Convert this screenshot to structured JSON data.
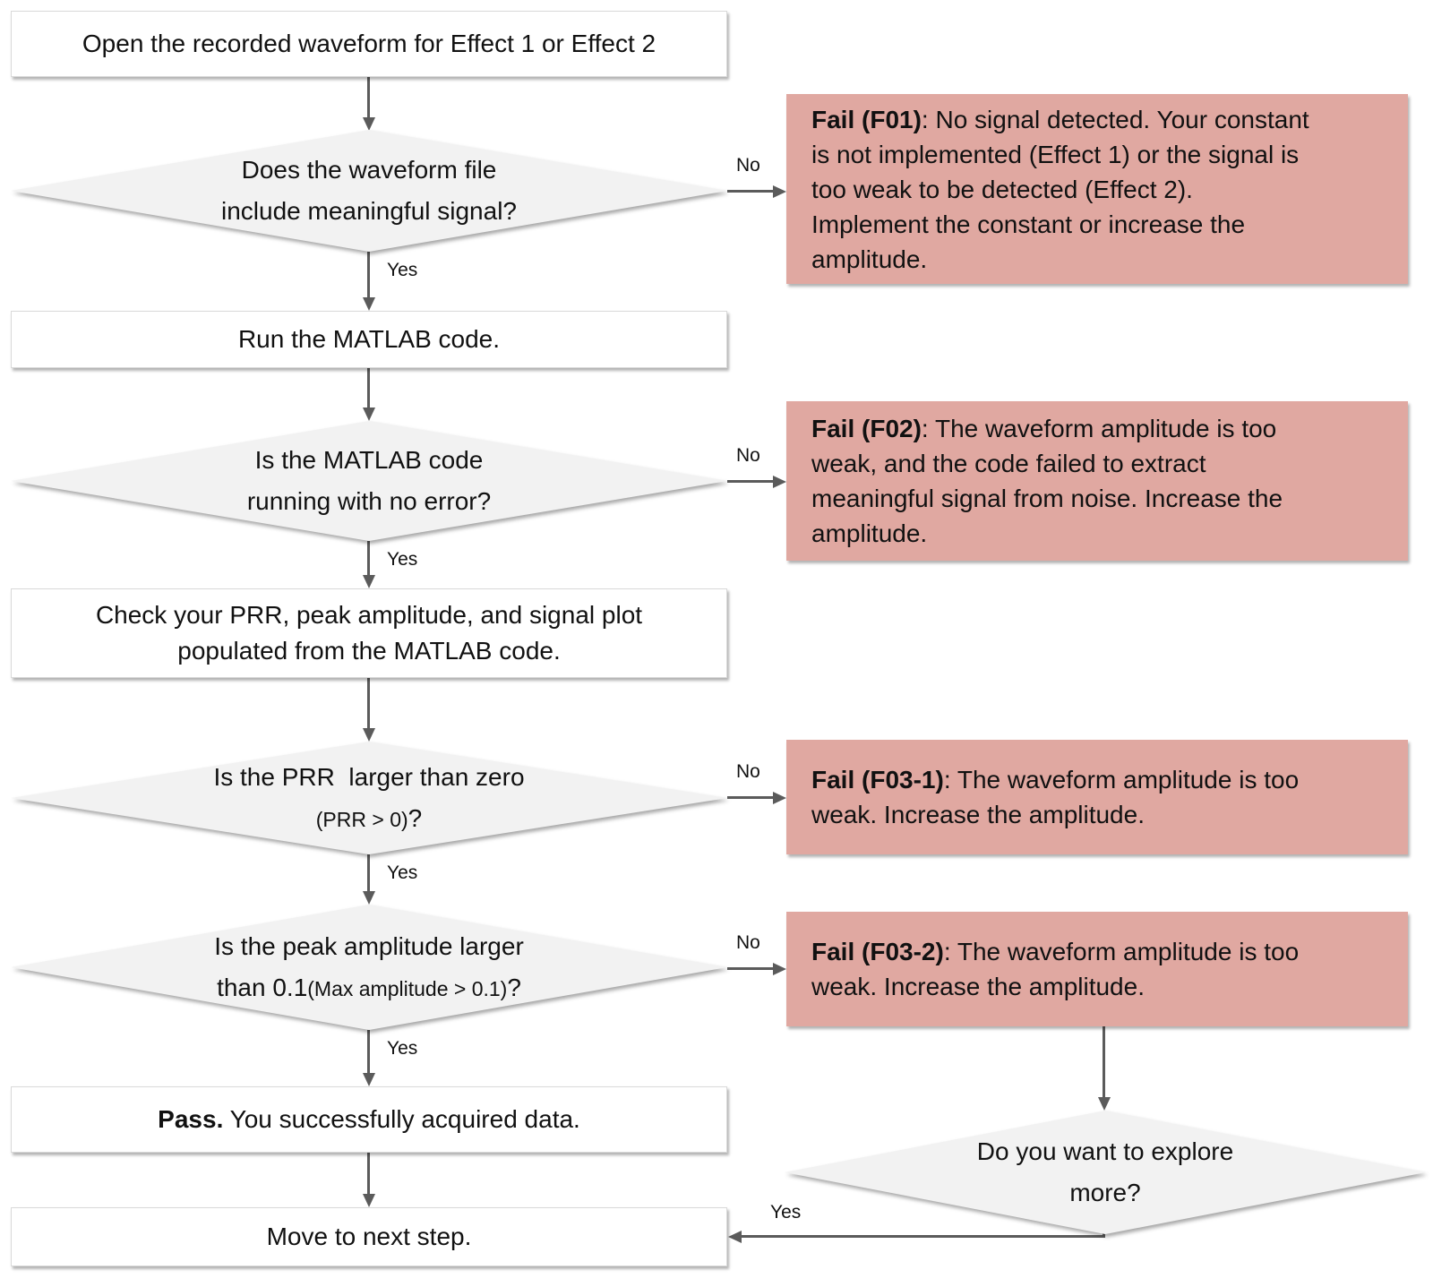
{
  "colors": {
    "fail_bg": "#E0A8A1",
    "diamond_bg": "#F2F2F2",
    "line": "#5B5B5B",
    "text": "#111111",
    "box_border": "#D9D9D9"
  },
  "nodes": {
    "open": {
      "text": "Open the recorded waveform for Effect 1 or Effect 2"
    },
    "d1": {
      "line1": "Does the waveform file",
      "line2": "include meaningful signal?"
    },
    "f01": {
      "bold": "Fail (F01)",
      "line1_rest": ": No signal detected. Your constant",
      "lines": [
        "is not implemented (Effect 1) or the signal is",
        "too weak to be detected (Effect 2).",
        "Implement the constant or increase the",
        "amplitude."
      ]
    },
    "run": {
      "text": "Run the MATLAB code."
    },
    "d2": {
      "line1": "Is the MATLAB code",
      "line2": "running with no error?"
    },
    "f02": {
      "bold": "Fail (F02)",
      "line1_rest": ": The waveform amplitude is too",
      "lines": [
        "weak, and the code failed to extract",
        "meaningful signal from noise. Increase the",
        "amplitude."
      ]
    },
    "check": {
      "line1": "Check your PRR, peak amplitude, and signal plot",
      "line2": "populated from the MATLAB code."
    },
    "d3": {
      "line1": "Is the PRR  larger than zero",
      "line2_small": "(PRR > 0)",
      "line2_suffix": "?"
    },
    "f031": {
      "bold": "Fail (F03-1)",
      "line1_rest": ": The waveform amplitude is too",
      "lines": [
        "weak. Increase the amplitude."
      ]
    },
    "d4": {
      "line1": "Is the peak amplitude larger",
      "line2_prefix": "than 0.1",
      "line2_small": "(Max amplitude > 0.1)",
      "line2_suffix": "?"
    },
    "f032": {
      "bold": "Fail (F03-2)",
      "line1_rest": ": The waveform amplitude is too",
      "lines": [
        "weak. Increase the amplitude."
      ]
    },
    "pass": {
      "bold": "Pass.",
      "rest": " You successfully acquired data."
    },
    "d5": {
      "line1": "Do you want to explore",
      "line2": "more?"
    },
    "move": {
      "text": "Move to next step."
    }
  },
  "edge_labels": {
    "yes": "Yes",
    "no": "No"
  }
}
